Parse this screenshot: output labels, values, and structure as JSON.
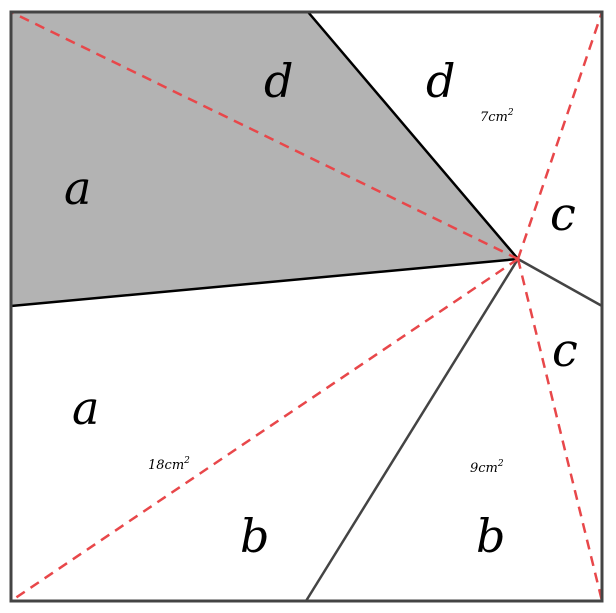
{
  "diagram": {
    "colors": {
      "shaded_fill": "#b3b3b3",
      "outline": "#444444",
      "dashed": "#e8474a",
      "text": "#000000"
    },
    "region_labels": {
      "a_top": "a",
      "a_bottom": "a",
      "d_left": "d",
      "d_right": "d",
      "c_top": "c",
      "c_bottom": "c",
      "b_left": "b",
      "b_right": "b"
    },
    "area_labels": {
      "top_right": {
        "value": "7cm",
        "exp": "2"
      },
      "bottom_left": {
        "value": "18cm",
        "exp": "2"
      },
      "bottom_right": {
        "value": "9cm",
        "exp": "2"
      }
    }
  }
}
